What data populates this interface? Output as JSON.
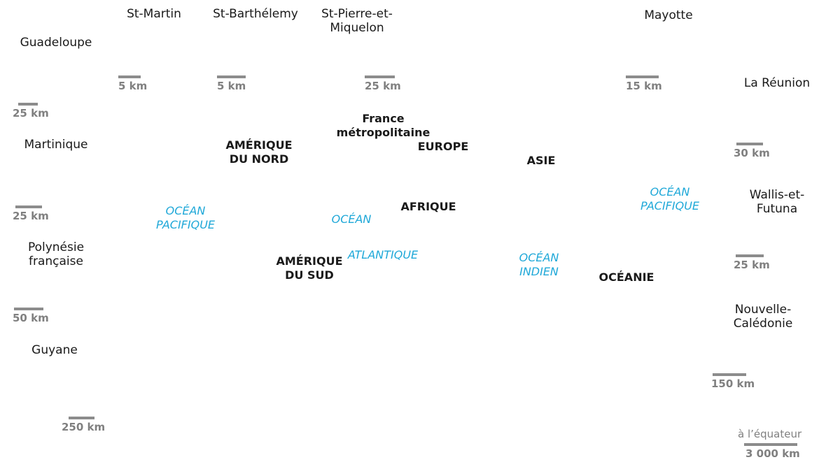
{
  "territories": {
    "st_martin": "St-Martin",
    "st_barthelemy": "St-Barthélemy",
    "st_pierre": [
      "St-Pierre-et-",
      "Miquelon"
    ],
    "mayotte": "Mayotte",
    "guadeloupe": "Guadeloupe",
    "la_reunion": "La Réunion",
    "martinique": "Martinique",
    "wallis": [
      "Wallis-et-",
      "Futuna"
    ],
    "polynesie": [
      "Polynésie",
      "française"
    ],
    "nouvelle_caledonie": [
      "Nouvelle-",
      "Calédonie"
    ],
    "guyane": "Guyane",
    "france_metro": [
      "France",
      "métropolitaine"
    ]
  },
  "continents": {
    "amerique_nord": [
      "AMÉRIQUE",
      "DU NORD"
    ],
    "europe": "EUROPE",
    "asie": "ASIE",
    "afrique": "AFRIQUE",
    "amerique_sud": [
      "AMÉRIQUE",
      "DU SUD"
    ],
    "oceanie": "OCÉANIE"
  },
  "oceans": {
    "pacifique_w": [
      "OCÉAN",
      "PACIFIQUE"
    ],
    "atlantique_1": "OCÉAN",
    "atlantique_2": "ATLANTIQUE",
    "indien": [
      "OCÉAN",
      "INDIEN"
    ],
    "pacifique_e": [
      "OCÉAN",
      "PACIFIQUE"
    ]
  },
  "scales": {
    "st_martin": "5 km",
    "st_barthelemy": "5 km",
    "st_pierre": "25 km",
    "mayotte": "15 km",
    "guadeloupe": "25 km",
    "reunion": "30 km",
    "martinique": "25 km",
    "wallis": "25 km",
    "polynesie": "50 km",
    "caledonie": "150 km",
    "guyane": "250 km",
    "world": "3 000 km"
  },
  "note": "à l’équateur",
  "colors": {
    "ocean": "#1fa8d8",
    "scale": "#8c8c8c",
    "text": "#1a1a1a"
  }
}
